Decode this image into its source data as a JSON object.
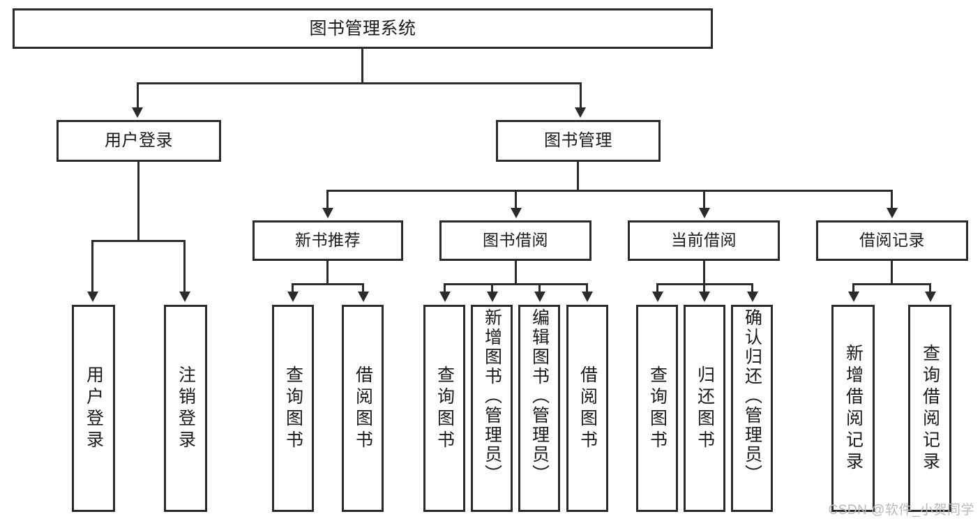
{
  "diagram": {
    "type": "tree",
    "title": "图书管理系统 功能结构图",
    "colors": {
      "stroke": "#2b2b2b",
      "fill": "#ffffff",
      "text": "#1a1a1a",
      "watermark": "#b9b9b9"
    },
    "root": {
      "label": "图书管理系统"
    },
    "level2": [
      {
        "label": "用户登录"
      },
      {
        "label": "图书管理"
      }
    ],
    "level3": [
      {
        "label": "新书推荐"
      },
      {
        "label": "图书借阅"
      },
      {
        "label": "当前借阅"
      },
      {
        "label": "借阅记录"
      }
    ],
    "leaves": {
      "user_login": [
        {
          "label": "用户登录"
        },
        {
          "label": "注销登录"
        }
      ],
      "new_book": [
        {
          "label": "查询图书"
        },
        {
          "label": "借阅图书"
        }
      ],
      "book_borrow": [
        {
          "label": "查询图书"
        },
        {
          "label": "新增图书（管理员）"
        },
        {
          "label": "编辑图书（管理员）"
        },
        {
          "label": "借阅图书"
        }
      ],
      "current_borrow": [
        {
          "label": "查询图书"
        },
        {
          "label": "归还图书"
        },
        {
          "label": "确认归还（管理员）"
        }
      ],
      "borrow_record": [
        {
          "label": "新增借阅记录"
        },
        {
          "label": "查询借阅记录"
        }
      ]
    }
  },
  "watermark": {
    "text": "CSDN @软件_小贺同学"
  }
}
